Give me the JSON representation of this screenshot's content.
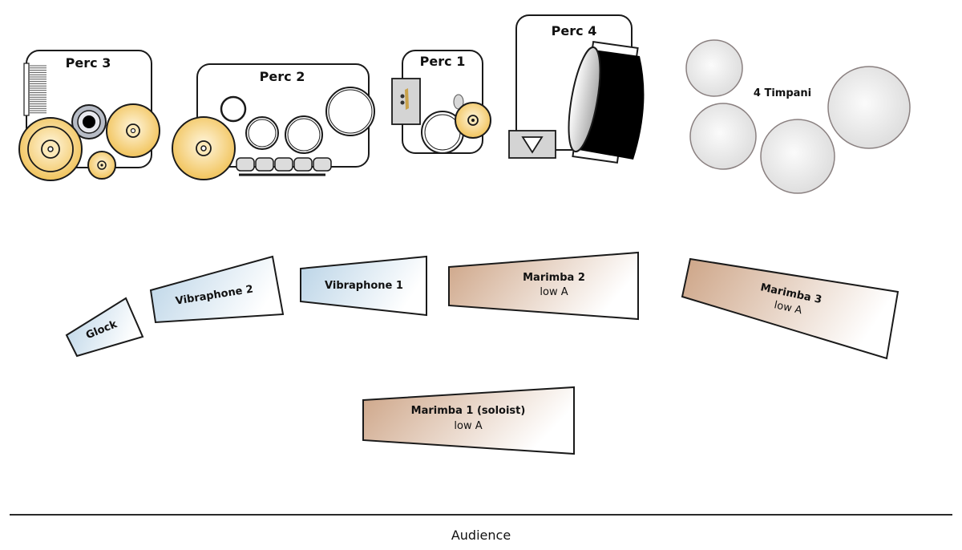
{
  "title": "Percussion stage setup",
  "colors": {
    "cymbal": "#f2c55c",
    "cymbal_light": "#fdf1d2",
    "keyboard_blue": "#c6dcec",
    "marimba_brown": "#d2ad8c",
    "timpani": "#e4e4e4",
    "outline": "#1a1a1a"
  },
  "stations": {
    "perc3": {
      "label": "Perc 3"
    },
    "perc2": {
      "label": "Perc 2"
    },
    "perc1": {
      "label": "Perc 1"
    },
    "perc4": {
      "label": "Perc 4"
    },
    "timpani": {
      "label": "4 Timpani",
      "count": 4
    }
  },
  "keyboards": {
    "glock": {
      "label": "Glock"
    },
    "vibraphone2": {
      "label": "Vibraphone 2"
    },
    "vibraphone1": {
      "label": "Vibraphone 1"
    },
    "marimba2": {
      "label": "Marimba 2",
      "range": "low A"
    },
    "marimba3": {
      "label": "Marimba 3",
      "range": "low A"
    },
    "marimba1": {
      "label": "Marimba 1 (soloist)",
      "range": "low A"
    }
  },
  "audience": {
    "label": "Audience"
  }
}
